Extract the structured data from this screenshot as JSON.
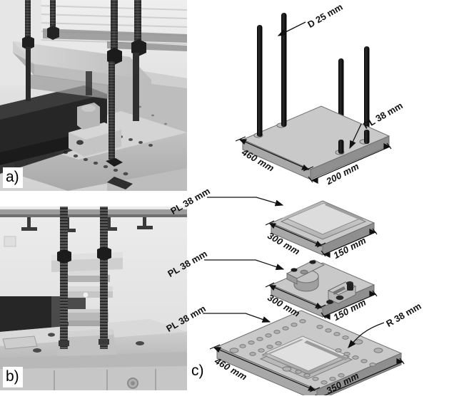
{
  "figure": {
    "panels": [
      {
        "tag": "a)",
        "type": "photograph",
        "caption_position": "bottom-left",
        "content": "laboratory test setup: steel loading plate supported on four threaded rods above a steel beam and bolted strong floor"
      },
      {
        "tag": "b)",
        "type": "photograph",
        "caption_position": "bottom-left",
        "content": "front elevation of the assembled specimen between two threaded rods on the strong floor"
      },
      {
        "tag": "c)",
        "type": "isometric-exploded-diagram",
        "caption_position": "bottom-left",
        "content": "exploded isometric view of the fixture components"
      }
    ]
  },
  "diagram": {
    "components": [
      {
        "name": "top-plate-with-rods",
        "labels": [
          "D 25 mm",
          "PL 38 mm",
          "460 mm",
          "200 mm"
        ]
      },
      {
        "name": "grooved-loading-plate",
        "labels": [
          "PL 38 mm",
          "300 mm",
          "150 mm"
        ]
      },
      {
        "name": "bracket-plate",
        "labels": [
          "PL 38 mm",
          "300 mm",
          "150 mm"
        ]
      },
      {
        "name": "base-plate-with-round-ridge",
        "labels": [
          "PL 38 mm",
          "R 38 mm",
          "460 mm",
          "350 mm"
        ]
      }
    ],
    "annotations": {
      "rod_diameter": "D 25 mm",
      "plate_thickness_top": "PL 38 mm",
      "plate_thickness_mid_upper": "PL 38 mm",
      "plate_thickness_mid_lower": "PL 38 mm",
      "plate_thickness_base": "PL 38 mm",
      "ridge_radius": "R 38 mm",
      "top_plate_length": "460 mm",
      "top_plate_width": "200 mm",
      "mid_upper_length": "300 mm",
      "mid_upper_width": "150 mm",
      "mid_lower_length": "300 mm",
      "mid_lower_width": "150 mm",
      "base_plate_length": "460 mm",
      "base_plate_width": "350 mm"
    },
    "colors": {
      "plate_top_face": "#c9c9c9",
      "plate_front_face": "#a8a8a8",
      "plate_side_face": "#8f8f8f",
      "rod": "#111111",
      "line": "#1a1a1a",
      "background": "#ffffff"
    }
  }
}
